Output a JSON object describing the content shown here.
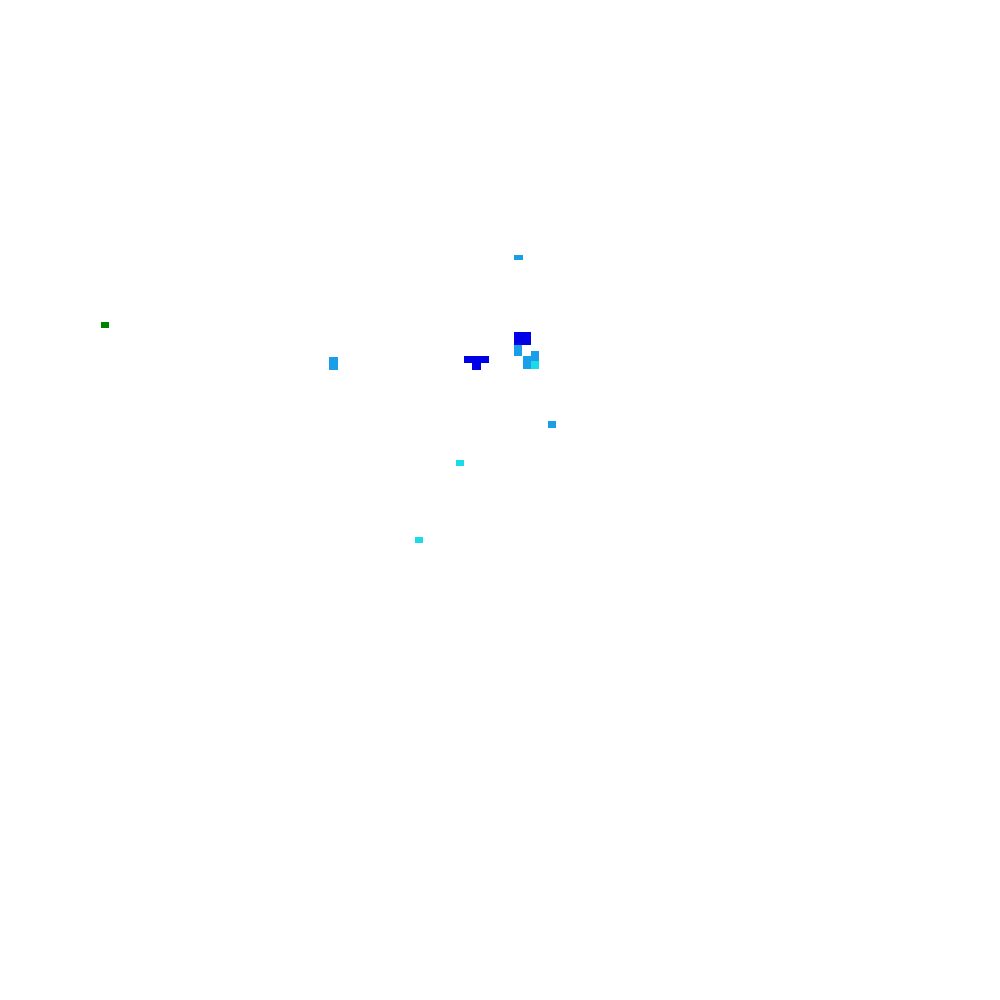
{
  "background_color": "#ffffff",
  "palette": {
    "green": "#008000",
    "sky_blue": "#1a9ee8",
    "royal_blue": "#0000e6",
    "cyan": "#1adce8"
  },
  "mark_colors": [
    "sky_blue",
    "green",
    "royal_blue",
    "sky_blue",
    "sky_blue",
    "cyan",
    "sky_blue",
    "royal_blue",
    "royal_blue",
    "sky_blue",
    "cyan",
    "cyan"
  ]
}
